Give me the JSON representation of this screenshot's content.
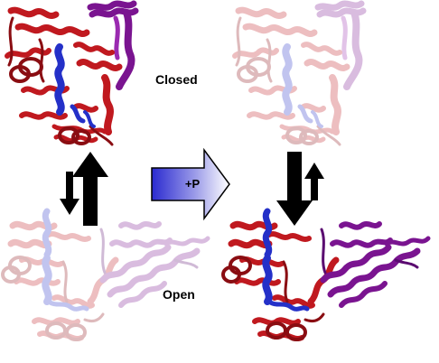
{
  "labels": {
    "closed": "Closed",
    "open": "Open",
    "phosphorylation": "+P"
  },
  "colors": {
    "helix_red": "#c0191f",
    "helix_dark_red": "#8a0d12",
    "helix_blue": "#2430c8",
    "helix_purple": "#7a1490",
    "arrow_black": "#000000",
    "gradient_start": "#2a2ad0",
    "gradient_end": "#ffffff"
  },
  "panels": [
    {
      "name": "closed-unphosphorylated",
      "state": "closed",
      "faded": false
    },
    {
      "name": "closed-phosphorylated",
      "state": "closed",
      "faded": true
    },
    {
      "name": "open-unphosphorylated",
      "state": "open",
      "faded": true
    },
    {
      "name": "open-phosphorylated",
      "state": "open",
      "faded": false
    }
  ]
}
